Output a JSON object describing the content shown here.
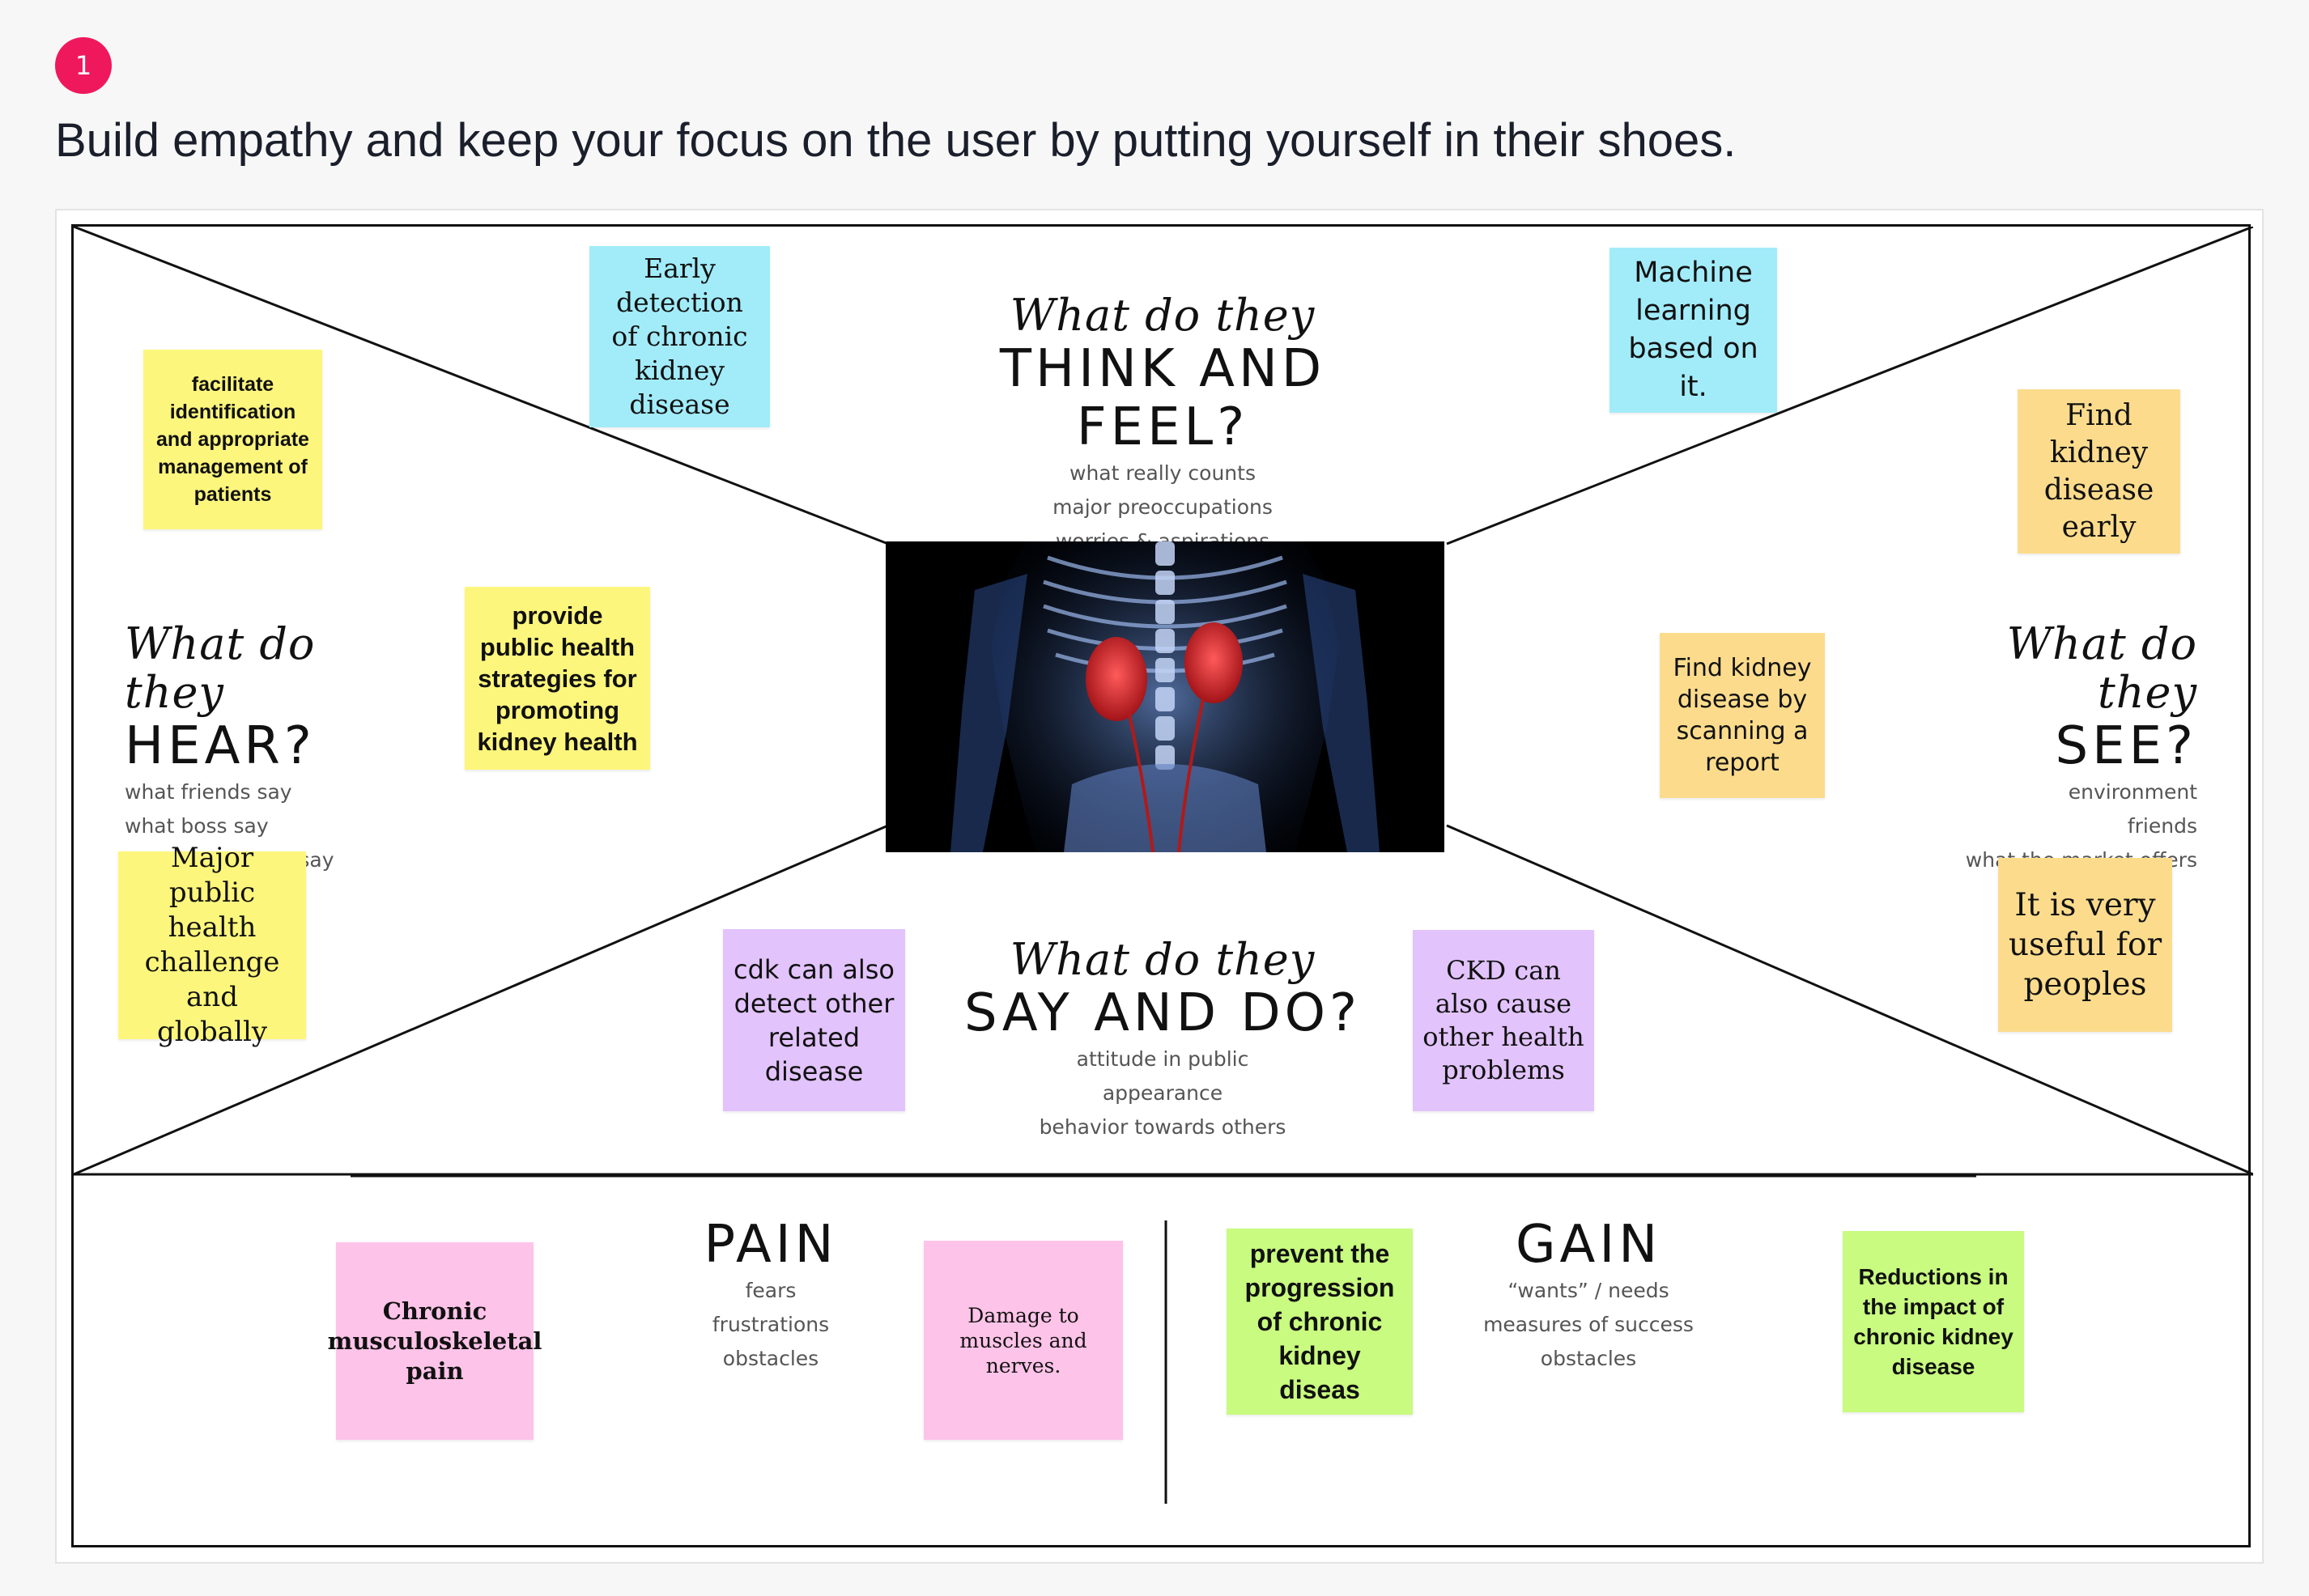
{
  "step": "1",
  "headline": "Build empathy and keep your focus on the user by putting yourself in their shoes.",
  "quadrants": {
    "think": {
      "script": "What do they",
      "title": "THINK AND FEEL?",
      "lines": [
        "what really counts",
        "major preoccupations",
        "worries & aspirations"
      ]
    },
    "hear": {
      "script": "What do they",
      "title": "HEAR?",
      "lines": [
        "what friends say",
        "what boss say",
        "what influencers say"
      ]
    },
    "see": {
      "script": "What do they",
      "title": "SEE?",
      "lines": [
        "environment",
        "friends",
        "what the market offers"
      ]
    },
    "say": {
      "script": "What do they",
      "title": "SAY AND DO?",
      "lines": [
        "attitude in public",
        "appearance",
        "behavior towards others"
      ]
    }
  },
  "pain": {
    "title": "PAIN",
    "lines": [
      "fears",
      "frustrations",
      "obstacles"
    ]
  },
  "gain": {
    "title": "GAIN",
    "lines": [
      "“wants” / needs",
      "measures of success",
      "obstacles"
    ]
  },
  "notes": {
    "facilitate": "facilitate identification and appropriate management of patients",
    "early_detection": "Early detection of chronic kidney disease",
    "machine_learning": "Machine learning based on it.",
    "find_early": "Find kidney disease early",
    "public_strategies": "provide public health strategies for promoting kidney health",
    "find_scanning": "Find kidney disease by scanning a report",
    "major_challenge": "Major public health challenge and globally",
    "very_useful": "It is very useful for peoples",
    "cdk_detect": "cdk can also detect other related disease",
    "ckd_cause": "CKD can also cause other health problems",
    "chronic_pain": "Chronic musculoskeletal pain",
    "damage_muscles": "Damage to muscles and nerves.",
    "prevent_progression": "prevent the progression of chronic kidney diseas",
    "reductions": "Reductions in the impact of chronic kidney disease"
  },
  "colors": {
    "badge": "#f0185c",
    "yellow": "#fdf67c",
    "blue": "#a2ecfa",
    "orange": "#fcdc8c",
    "purple": "#e2c3fc",
    "pink": "#fec3e8",
    "green": "#c8fb7f"
  },
  "image": {
    "subject": "x-ray torso with highlighted red kidneys"
  }
}
